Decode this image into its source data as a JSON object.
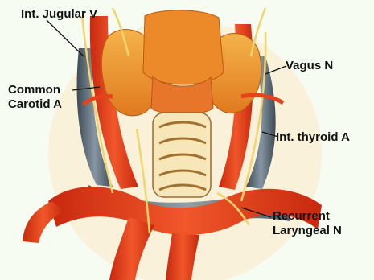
{
  "labels": {
    "internal_jugular": "Int. Jugular V",
    "common_carotid": [
      "Common",
      "Carotid A"
    ],
    "vagus": "Vagus N",
    "inferior_thyroid": "Int. thyroid A",
    "recurrent_laryngeal": [
      "Recurrent",
      "Laryngeal N"
    ]
  },
  "colors": {
    "background": "#f6fcf2",
    "artery": "#e6421b",
    "vein": "#5b6b78",
    "nerve": "#f2d56a",
    "gland": "#f2a531",
    "trachea": "#f7e6b8"
  }
}
